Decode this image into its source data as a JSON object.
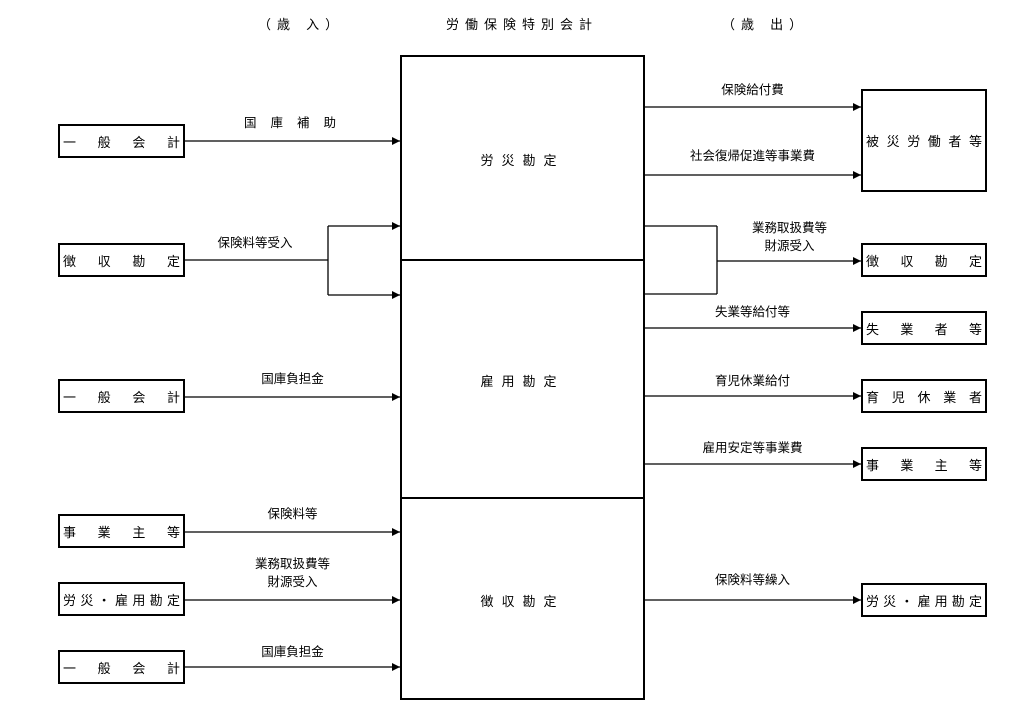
{
  "headers": {
    "revenue": "（歳 入）",
    "title": "労働保険特別会計",
    "expenditure": "（歳 出）"
  },
  "accounts": [
    {
      "id": "rousai",
      "name": "労災勘定"
    },
    {
      "id": "koyou",
      "name": "雇用勘定"
    },
    {
      "id": "choushu",
      "name": "徴収勘定"
    }
  ],
  "sources": [
    {
      "name": [
        "一",
        "般",
        "会",
        "計"
      ],
      "flow_label": [
        "国 庫 補 助"
      ],
      "to": "労災勘定"
    },
    {
      "name": [
        "徴",
        "収",
        "勘",
        "定"
      ],
      "flow_label": [
        "保険料等受入"
      ],
      "to": "労災勘定・雇用勘定"
    },
    {
      "name": [
        "一",
        "般",
        "会",
        "計"
      ],
      "flow_label": [
        "国庫負担金"
      ],
      "to": "雇用勘定"
    },
    {
      "name": [
        "事",
        "業",
        "主",
        "等"
      ],
      "flow_label": [
        "保険料等"
      ],
      "to": "徴収勘定"
    },
    {
      "name": [
        "労",
        "災",
        "・",
        "雇",
        "用",
        "勘",
        "定"
      ],
      "flow_label": [
        "業務取扱費等",
        "財源受入"
      ],
      "to": "徴収勘定"
    },
    {
      "name": [
        "一",
        "般",
        "会",
        "計"
      ],
      "flow_label": [
        "国庫負担金"
      ],
      "to": "徴収勘定"
    }
  ],
  "destinations": [
    {
      "name": [
        "被",
        "災",
        "労",
        "働",
        "者",
        "等"
      ],
      "flows": [
        "保険給付費",
        "社会復帰促進等事業費"
      ],
      "from": "労災勘定"
    },
    {
      "name": [
        "徴",
        "収",
        "勘",
        "定"
      ],
      "flow_label": [
        "業務取扱費等",
        "財源受入"
      ],
      "from": "労災勘定・雇用勘定"
    },
    {
      "name": [
        "失",
        "業",
        "者",
        "等"
      ],
      "flow_label": [
        "失業等給付等"
      ],
      "from": "雇用勘定"
    },
    {
      "name": [
        "育",
        "児",
        "休",
        "業",
        "者"
      ],
      "flow_label": [
        "育児休業給付"
      ],
      "from": "雇用勘定"
    },
    {
      "name": [
        "事",
        "業",
        "主",
        "等"
      ],
      "flow_label": [
        "雇用安定等事業費"
      ],
      "from": "雇用勘定"
    },
    {
      "name": [
        "労",
        "災",
        "・",
        "雇",
        "用",
        "勘",
        "定"
      ],
      "flow_label": [
        "保険料等繰入"
      ],
      "from": "徴収勘定"
    }
  ]
}
